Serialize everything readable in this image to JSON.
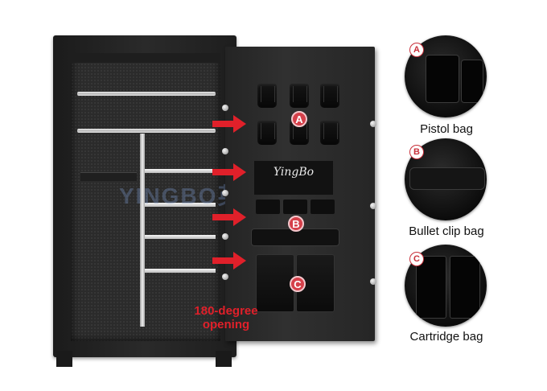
{
  "door": {
    "logo": "YingBo",
    "opening_label_line1": "180-degree",
    "opening_label_line2": "opening"
  },
  "markers": {
    "a": "A",
    "b": "B",
    "c": "C"
  },
  "watermark": {
    "text": "YINGBO英博"
  },
  "details": [
    {
      "tag": "A",
      "caption": "Pistol bag"
    },
    {
      "tag": "B",
      "caption": "Bullet clip bag"
    },
    {
      "tag": "C",
      "caption": "Cartridge bag"
    }
  ],
  "colors": {
    "accent_red": "#e0202a",
    "marker_red": "#d5404a",
    "safe_body": "#262626"
  }
}
